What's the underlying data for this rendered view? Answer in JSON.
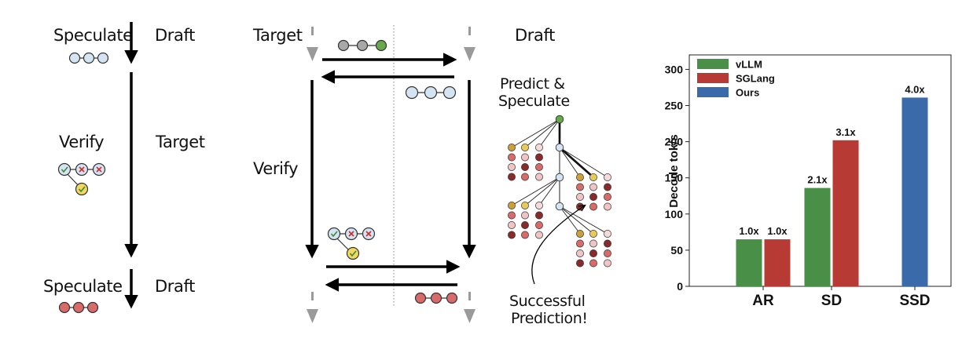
{
  "left_panel": {
    "speculate_top": "Speculate",
    "draft_top": "Draft",
    "verify": "Verify",
    "target": "Target",
    "speculate_bottom": "Speculate",
    "draft_bottom": "Draft"
  },
  "middle_panel": {
    "target": "Target",
    "draft": "Draft",
    "verify": "Verify",
    "predict_line1": "Predict &",
    "predict_line2": "Speculate",
    "success_line1": "Successful",
    "success_line2": "Prediction!"
  },
  "colors": {
    "vllm": "#4a8f47",
    "sglang": "#b73a35",
    "ours": "#3b6aab",
    "draft_token": "#d4e4f2",
    "spec_token": "#d96a6a",
    "accept": "#f2d85f",
    "tree_gold": "#d4b048"
  },
  "chart_data": {
    "type": "bar",
    "categories": [
      "AR",
      "SD",
      "SSD"
    ],
    "series": [
      {
        "name": "vLLM",
        "color": "#4a8f47",
        "values": [
          65,
          136,
          null
        ],
        "labels": [
          "1.0x",
          "2.1x",
          null
        ]
      },
      {
        "name": "SGLang",
        "color": "#b73a35",
        "values": [
          65,
          202,
          null
        ],
        "labels": [
          "1.0x",
          "3.1x",
          null
        ]
      },
      {
        "name": "Ours",
        "color": "#3b6aab",
        "values": [
          null,
          null,
          261
        ],
        "labels": [
          null,
          null,
          "4.0x"
        ]
      }
    ],
    "ylabel": "Decode tok/s",
    "xlabel": "",
    "ylim": [
      0,
      320
    ],
    "yticks": [
      0,
      50,
      100,
      150,
      200,
      250,
      300
    ],
    "legend_position": "top-left",
    "grid": false
  }
}
